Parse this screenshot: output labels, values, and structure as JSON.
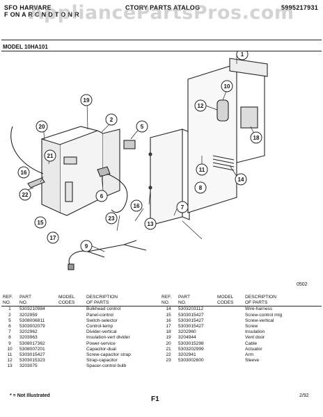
{
  "header": {
    "left_line1": "SFO HARVARE",
    "left_line2": "F ON A R C N D T O N R",
    "center": "CTORY PARTS ATALOG",
    "part_number": "5995217931",
    "watermark": "AppliancePartsPros.com"
  },
  "model": "MODEL 10HA101",
  "callouts": [
    "1",
    "2",
    "5",
    "6",
    "7",
    "8",
    "9",
    "10",
    "11",
    "12",
    "13",
    "14",
    "15",
    "16",
    "16",
    "17",
    "18",
    "19",
    "20",
    "21",
    "22",
    "23"
  ],
  "diagram_code": "0502",
  "table": {
    "headers": {
      "ref": "REF.\nNO.",
      "part": "PART\nNO.",
      "model": "MODEL\nCODES",
      "desc": "DESCRIPTION\nOF PARTS"
    },
    "left": [
      {
        "ref": "1",
        "part": "5303210984",
        "desc": "Bulkhead control"
      },
      {
        "ref": "2",
        "part": "3202959",
        "desc": "Panel-control"
      },
      {
        "ref": "5",
        "part": "5308006811",
        "desc": "Switch-selector"
      },
      {
        "ref": "6",
        "part": "5303002079",
        "desc": "Control-temp"
      },
      {
        "ref": "7",
        "part": "3202962",
        "desc": "Divider-vertical"
      },
      {
        "ref": "8",
        "part": "3203963",
        "desc": "Insulation-vert divider"
      },
      {
        "ref": "9",
        "part": "5308017362",
        "desc": "Power-service"
      },
      {
        "ref": "10",
        "part": "5308007201",
        "desc": "Capacitor-dual"
      },
      {
        "ref": "11",
        "part": "5303015427",
        "desc": "Screw-capacitor strap"
      },
      {
        "ref": "12",
        "part": "5303015323",
        "desc": "Strap-capacitor"
      },
      {
        "ref": "13",
        "part": "3203075",
        "desc": "Spacer-control bulb"
      }
    ],
    "right": [
      {
        "ref": "14",
        "part": "5303203112",
        "desc": "Wire-harness"
      },
      {
        "ref": "15",
        "part": "5303015427",
        "desc": "Screw-control mtg"
      },
      {
        "ref": "16",
        "part": "5303015427",
        "desc": "Screw-vertical"
      },
      {
        "ref": "17",
        "part": "5303015427",
        "desc": "Screw"
      },
      {
        "ref": "18",
        "part": "3202960",
        "desc": "Insulation"
      },
      {
        "ref": "19",
        "part": "3204944",
        "desc": "Vent door"
      },
      {
        "ref": "20",
        "part": "5303015298",
        "desc": "Cable"
      },
      {
        "ref": "21",
        "part": "5303202999",
        "desc": "Actuator"
      },
      {
        "ref": "22",
        "part": "3202941",
        "desc": "Arm"
      },
      {
        "ref": "23",
        "part": "5303002600",
        "desc": "Sleeve"
      }
    ]
  },
  "footer": {
    "note": "* = Not Illustrated",
    "page": "F1",
    "date": "2/92"
  }
}
